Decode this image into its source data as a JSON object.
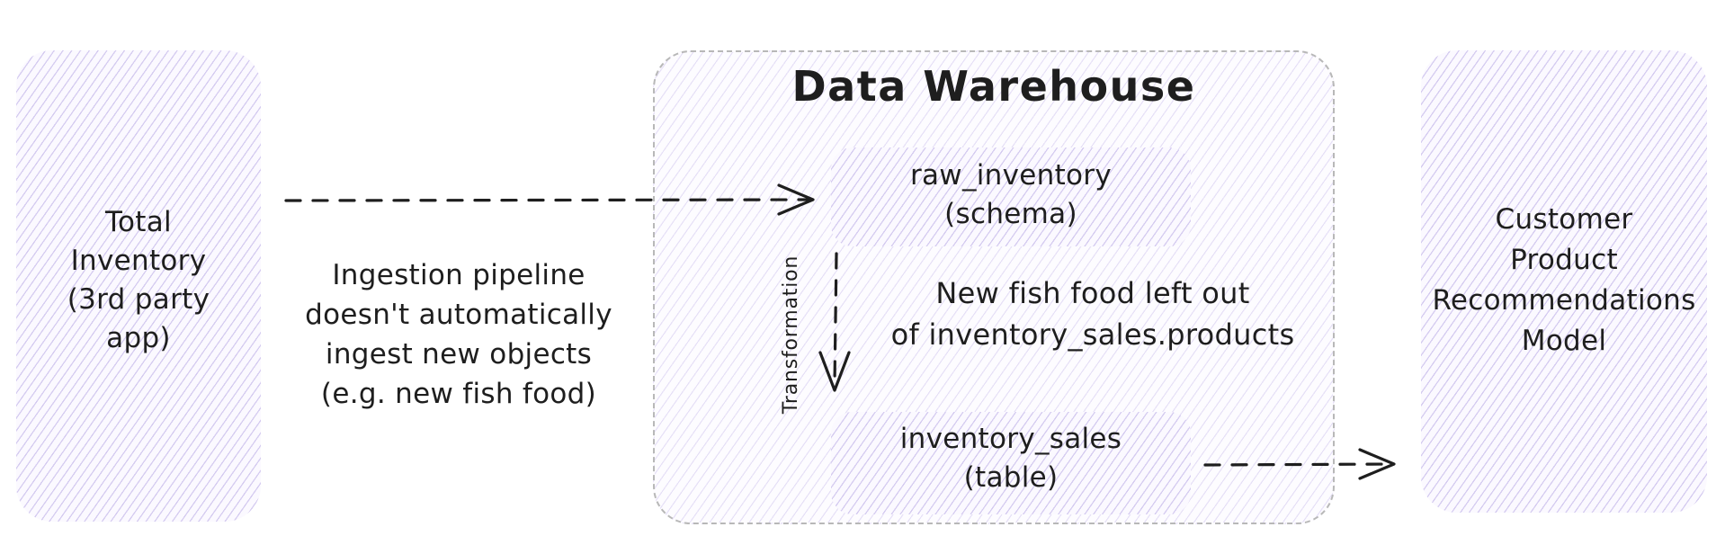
{
  "nodes": {
    "source": {
      "label": "Total\nInventory\n(3rd party\napp)"
    },
    "warehouse": {
      "title": "Data Warehouse"
    },
    "raw_inventory": {
      "label": "raw_inventory\n(schema)"
    },
    "inventory_sales": {
      "label": "inventory_sales\n(table)"
    },
    "model": {
      "label": "Customer\nProduct\nRecommendations\nModel"
    }
  },
  "edges": {
    "ingestion": {
      "label": "Ingestion pipeline\ndoesn't automatically\ningest new objects\n(e.g. new fish food)"
    },
    "transformation": {
      "label": "Transformation"
    },
    "to_model": {
      "label": ""
    }
  },
  "annotations": {
    "note": "New fish food left out\nof inventory_sales.products"
  },
  "colors": {
    "hatch": "#a08cdc",
    "stroke": "#1e1e1e",
    "dashed_border": "#b8b8b8"
  }
}
